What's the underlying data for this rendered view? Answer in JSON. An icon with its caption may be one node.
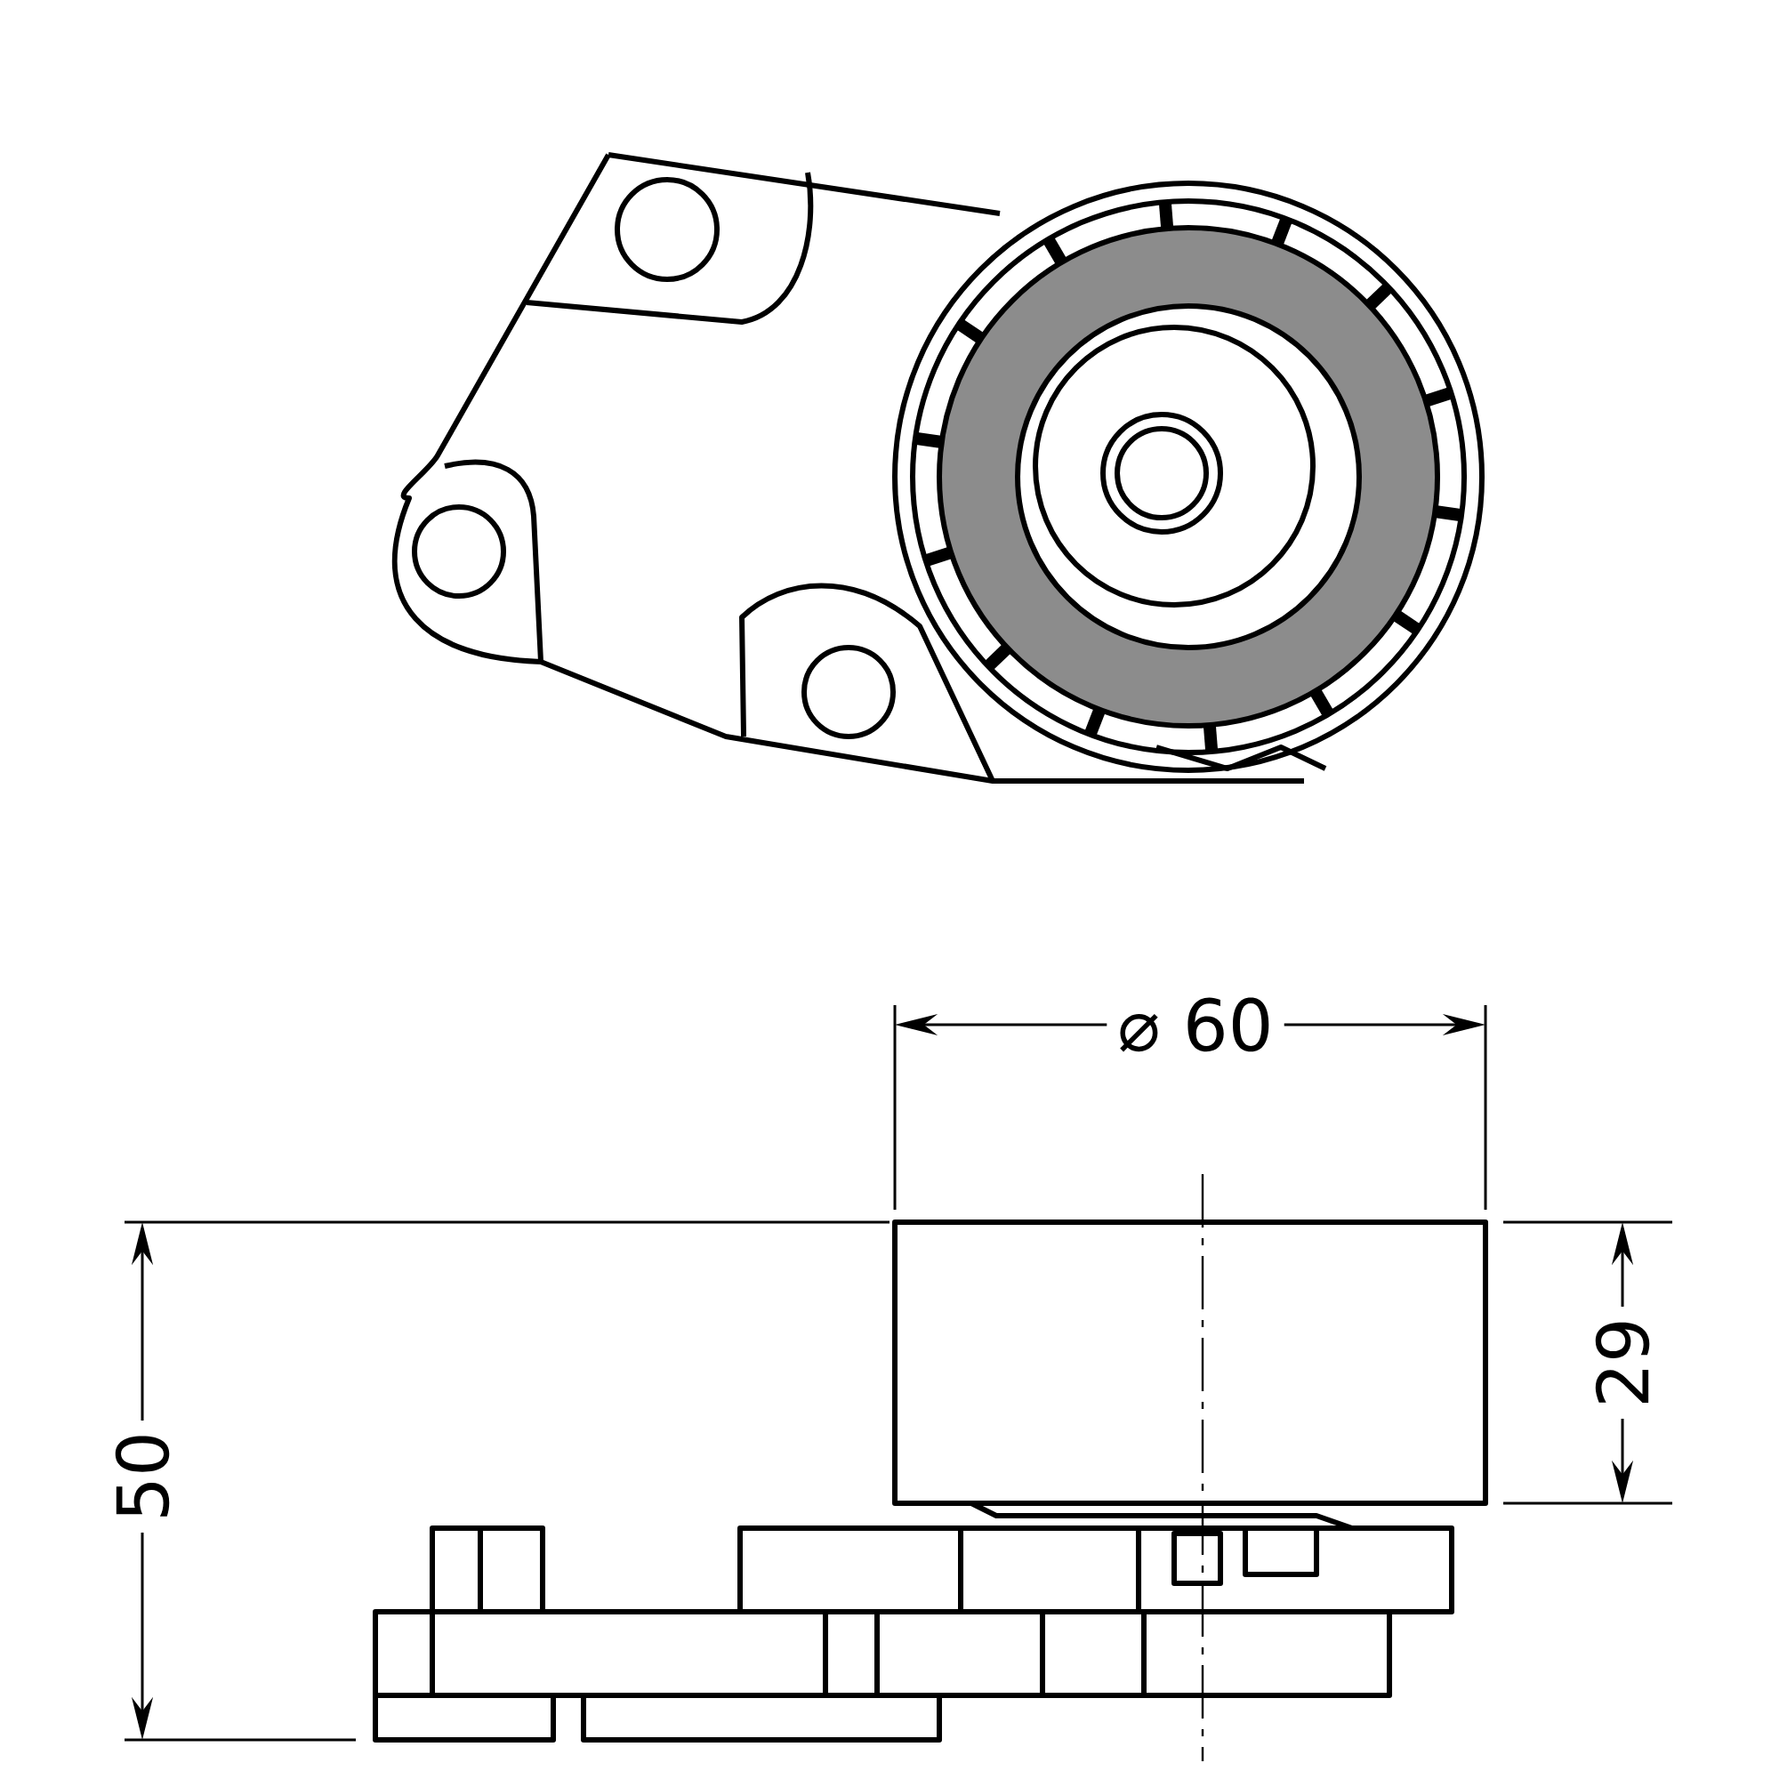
{
  "diagram": {
    "labels": [
      "⌀ 60",
      "29",
      "50"
    ]
  }
}
